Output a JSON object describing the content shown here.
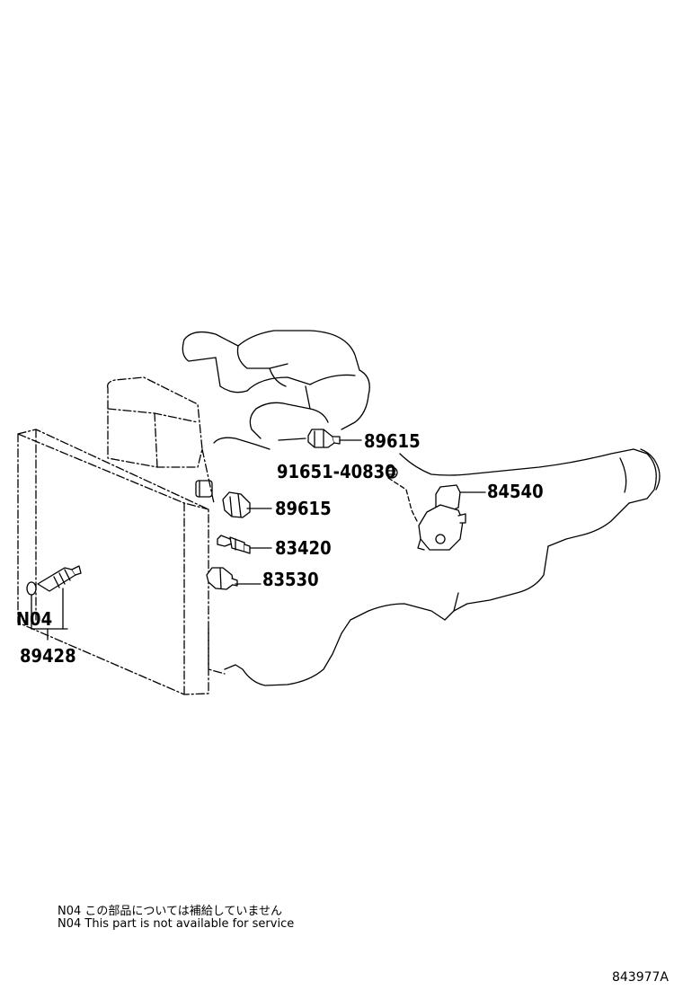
{
  "labels": {
    "p89615_top": "89615",
    "p91651": "91651-40830",
    "p84540": "84540",
    "p89615_mid": "89615",
    "p83420": "83420",
    "p83530": "83530",
    "n04": "N04",
    "p89428": "89428"
  },
  "notes": {
    "ja": "N04 この部品については補給していません",
    "en": "N04 This part is not available for service"
  },
  "figure_id": "843977A"
}
